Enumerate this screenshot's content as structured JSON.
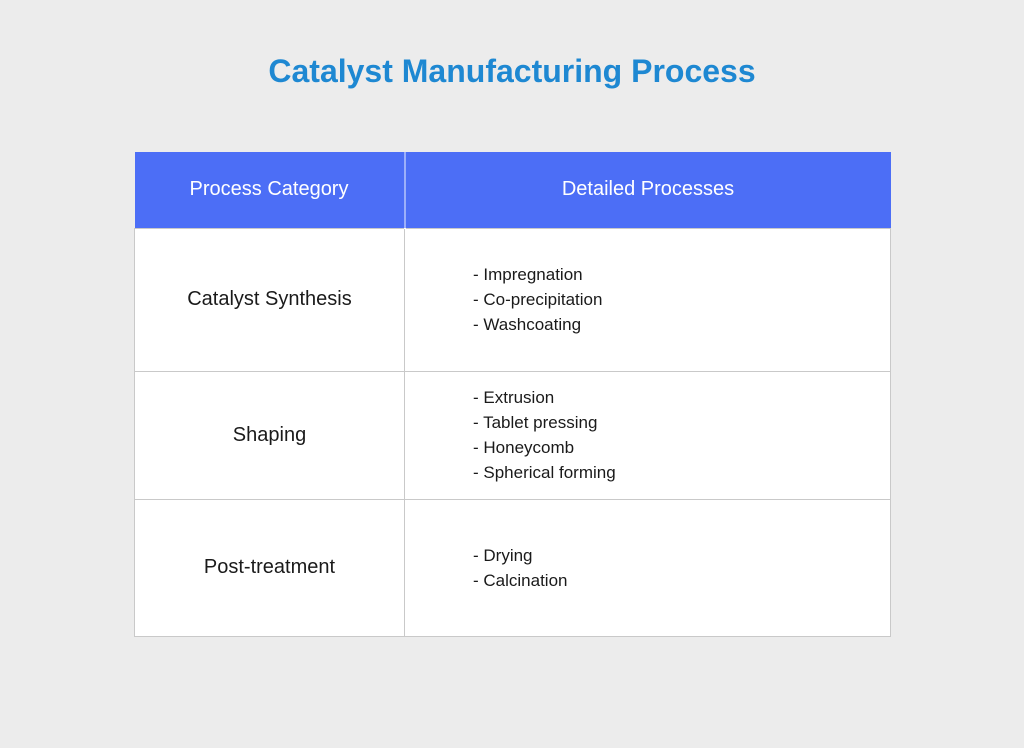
{
  "page": {
    "title": "Catalyst Manufacturing Process"
  },
  "table": {
    "headers": [
      "Process Category",
      "Detailed Processes"
    ],
    "bullet_prefix": "- ",
    "rows": [
      {
        "category": "Catalyst Synthesis",
        "processes": [
          "Impregnation",
          "Co-precipitation",
          "Washcoating"
        ]
      },
      {
        "category": "Shaping",
        "processes": [
          "Extrusion",
          "Tablet pressing",
          "Honeycomb",
          "Spherical forming"
        ]
      },
      {
        "category": "Post-treatment",
        "processes": [
          "Drying",
          "Calcination"
        ]
      }
    ]
  },
  "chart_data": {
    "type": "table",
    "title": "Catalyst Manufacturing Process",
    "columns": [
      "Process Category",
      "Detailed Processes"
    ],
    "rows": [
      [
        "Catalyst Synthesis",
        [
          "Impregnation",
          "Co-precipitation",
          "Washcoating"
        ]
      ],
      [
        "Shaping",
        [
          "Extrusion",
          "Tablet pressing",
          "Honeycomb",
          "Spherical forming"
        ]
      ],
      [
        "Post-treatment",
        [
          "Drying",
          "Calcination"
        ]
      ]
    ],
    "legend_position": "none",
    "grid": "cell-borders"
  },
  "colors": {
    "page_bg": "#ececec",
    "title": "#1e88d2",
    "header_bg": "#4c6ef6",
    "header_text": "#ffffff",
    "cell_bg": "#ffffff",
    "body_text": "#1a1a1a",
    "border": "#c9c9c9"
  }
}
